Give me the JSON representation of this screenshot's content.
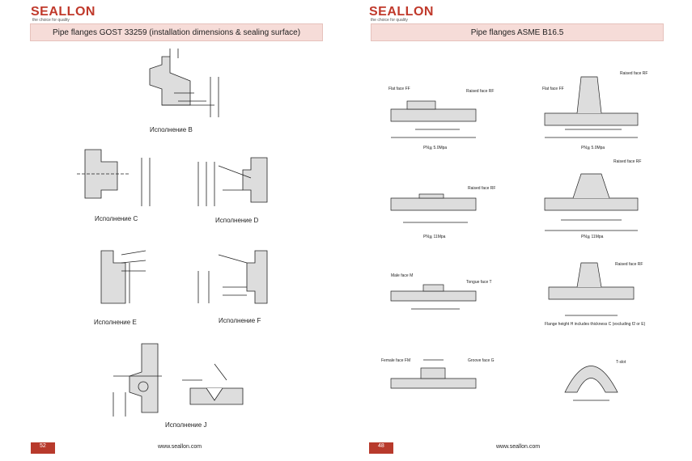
{
  "brand": {
    "logo": "SEALLON",
    "tagline": "the choice for quality",
    "color": "#c0392b"
  },
  "left_page": {
    "title": "Pipe flanges GOST 33259 (installation dimensions & sealing surface)",
    "captions": {
      "b": "Исполнение B",
      "c": "Исполнение C",
      "d": "Исполнение D",
      "e": "Исполнение E",
      "f": "Исполнение F",
      "j": "Исполнение J"
    },
    "page_number": "52",
    "url": "www.seallon.com"
  },
  "right_page": {
    "title": "Pipe flanges ASME B16.5",
    "labels": {
      "flat_face_1": "Flat face  FF",
      "raised_face_1": "Raised face  RF",
      "flat_face_2": "Flat face  FF",
      "raised_face_2": "Raised face  RF",
      "pn_5_a": "PN≦ 5.0Mpa",
      "pn_5_b": "PN≦ 5.0Mpa",
      "raised_face_3": "Raised face  RF",
      "raised_face_4": "Raised face  RF",
      "pn_11_a": "PN≦ 11Mpa",
      "pn_11_b": "PN≦ 11Mpa",
      "male_face": "Male face  M",
      "tongue_face": "Tongue face  T",
      "raised_face_5": "Raised face  RF",
      "flange_height_note": "Flange height H includes thickness C (excluding f2 or E)",
      "female_face": "Female  face  FM",
      "groove_face": "Groove face G",
      "t_slot": "T-slot"
    },
    "page_number": "48",
    "url": "www.seallon.com"
  }
}
